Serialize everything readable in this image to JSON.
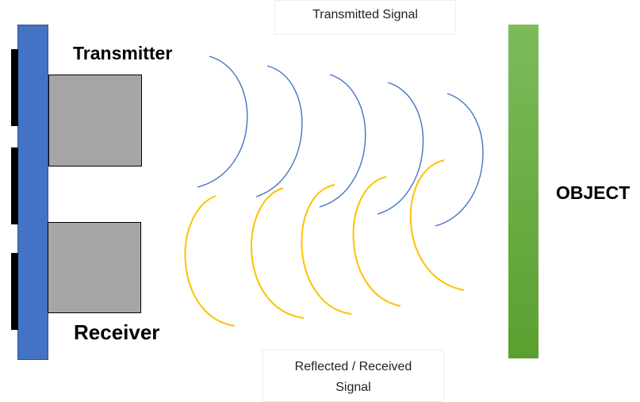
{
  "labels": {
    "transmitter": "Transmitter",
    "receiver": "Receiver",
    "object": "OBJECT",
    "transmitted_signal": "Transmitted Signal",
    "reflected_signal_line1": "Reflected / Received",
    "reflected_signal_line2": "Signal"
  },
  "colors": {
    "board": "#4472c4",
    "module": "#a6a6a6",
    "object": "#70ad47",
    "transmitted_wave": "#4472c4",
    "reflected_wave": "#ffc000"
  }
}
